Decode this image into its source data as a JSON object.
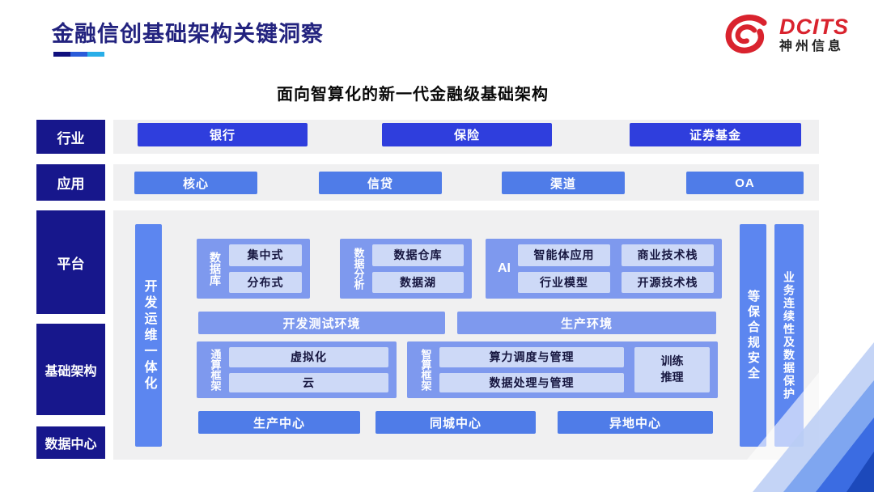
{
  "colors": {
    "navy": "#17178c",
    "title": "#23237f",
    "subtitle": "#0a0a0a",
    "royal": "#2f3edd",
    "blue": "#4f7ce8",
    "periwinkle": "#7e99ee",
    "pillar": "#5c86f0",
    "item": "#cdd9f7",
    "itemText": "#16163f",
    "strip": "#f0f0f1",
    "red": "#d9232e",
    "uDark": "#10107e",
    "uMid": "#2b5cd9",
    "uCyan": "#29aee8"
  },
  "header": {
    "title": "金融信创基础架构关键洞察"
  },
  "logo": {
    "brand": "DCITS",
    "company": "神州信息"
  },
  "diagram": {
    "subtitle": "面向智算化的新一代金融级基础架构",
    "side_labels": {
      "industry": "行业",
      "application": "应用",
      "platform": "平台",
      "infrastructure": "基础架构",
      "datacenter": "数据中心"
    },
    "industry_items": [
      "银行",
      "保险",
      "证券基金"
    ],
    "application_items": [
      "核心",
      "信贷",
      "渠道",
      "OA"
    ],
    "pillars": {
      "devops": "开发运维一体化",
      "security": "等保合规安全",
      "continuity": "业务连续性及数据保护"
    },
    "database": {
      "label": "数据库",
      "items": [
        "集中式",
        "分布式"
      ]
    },
    "analytics": {
      "label": "数据分析",
      "items": [
        "数据仓库",
        "数据湖"
      ]
    },
    "ai": {
      "label": "AI",
      "items": [
        "智能体应用",
        "商业技术栈",
        "行业模型",
        "开源技术栈"
      ]
    },
    "environments": [
      "开发测试环境",
      "生产环境"
    ],
    "general_compute": {
      "label": "通算框架",
      "items": [
        "虚拟化",
        "云"
      ]
    },
    "smart_compute": {
      "label": "智算框架",
      "items": [
        "算力调度与管理",
        "数据处理与管理"
      ],
      "side": [
        "训练",
        "推理"
      ]
    },
    "centers": [
      "生产中心",
      "同城中心",
      "异地中心"
    ]
  }
}
